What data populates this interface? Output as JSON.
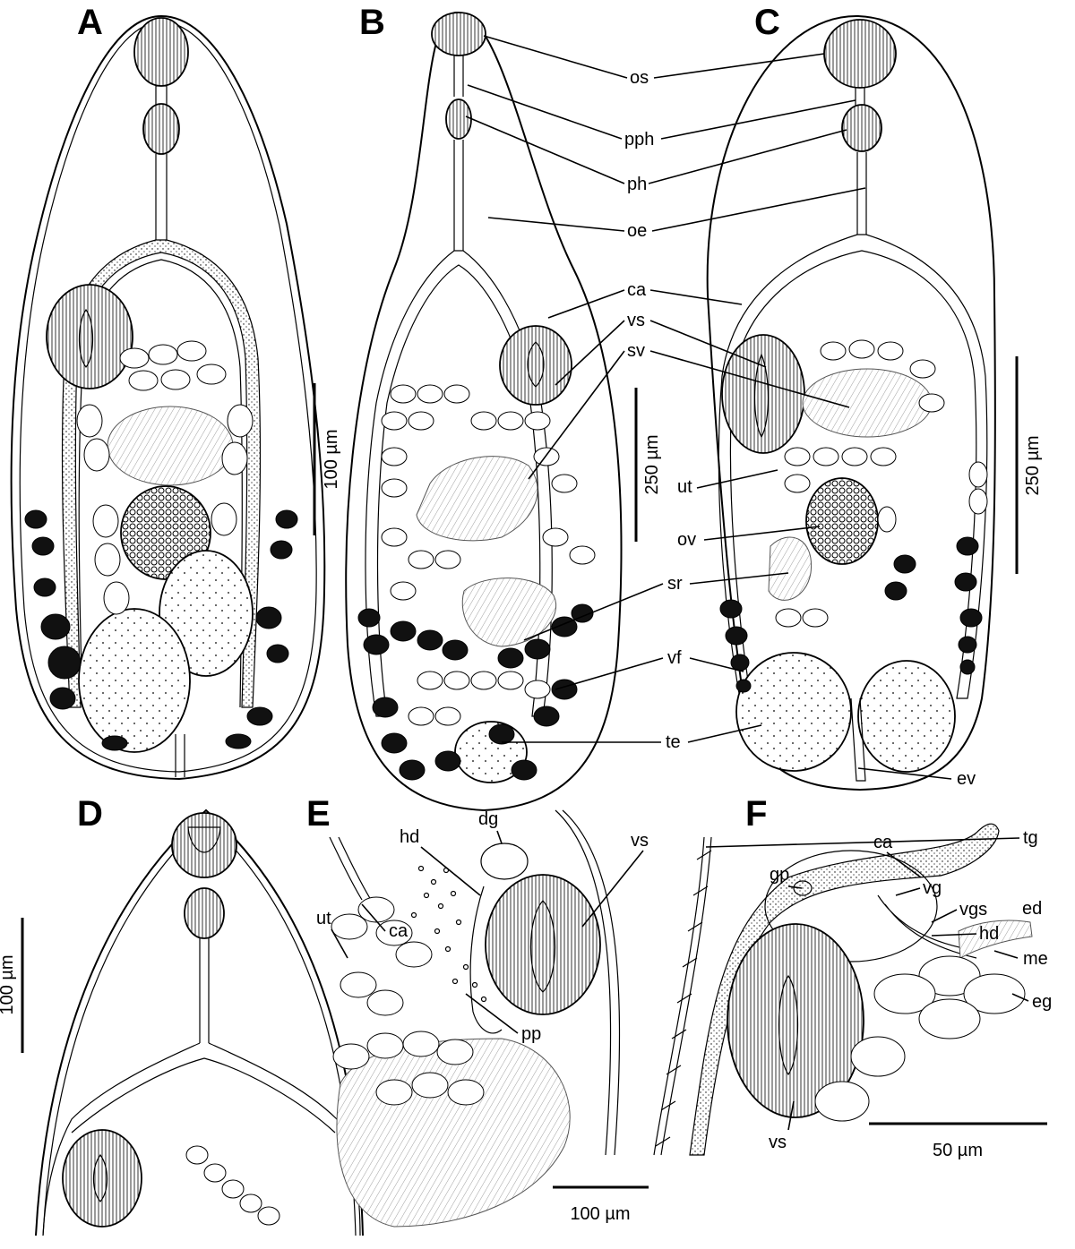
{
  "figure": {
    "panels": [
      {
        "id": "A",
        "letter": "A",
        "scale_label": "100 µm"
      },
      {
        "id": "B",
        "letter": "B",
        "scale_label": "250 µm"
      },
      {
        "id": "C",
        "letter": "C",
        "scale_label": "250 µm"
      },
      {
        "id": "D",
        "letter": "D",
        "scale_label": "100 µm"
      },
      {
        "id": "E",
        "letter": "E",
        "scale_label": "100 µm"
      },
      {
        "id": "F",
        "letter": "F",
        "scale_label": "50 µm"
      }
    ],
    "labels_bc": {
      "os": "os",
      "pph": "pph",
      "ph": "ph",
      "oe": "oe",
      "ca": "ca",
      "vs": "vs",
      "sv": "sv",
      "ut": "ut",
      "ov": "ov",
      "sr": "sr",
      "vf": "vf",
      "te": "te",
      "ev": "ev"
    },
    "labels_e": {
      "dg": "dg",
      "hd": "hd",
      "vs": "vs",
      "ca": "ca",
      "ut": "ut",
      "pp": "pp"
    },
    "labels_f": {
      "tg": "tg",
      "ca": "ca",
      "gp": "gp",
      "vg": "vg",
      "vgs": "vgs",
      "hd": "hd",
      "ed": "ed",
      "me": "me",
      "eg": "eg",
      "vs": "vs"
    }
  },
  "colors": {
    "ink": "#000000",
    "background": "#ffffff"
  }
}
